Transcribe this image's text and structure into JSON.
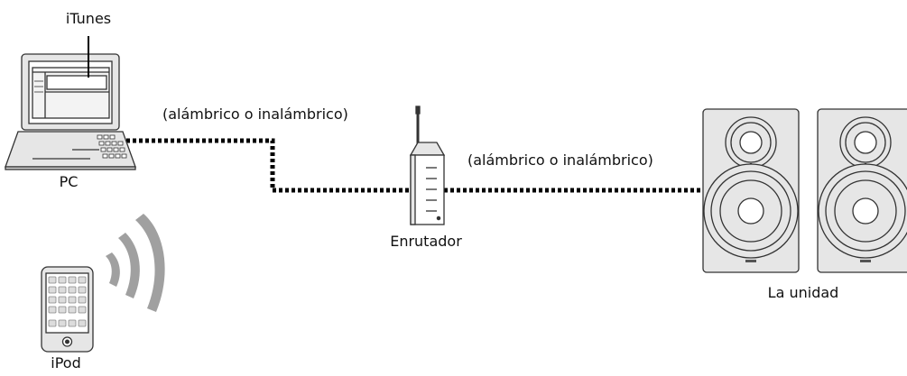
{
  "labels": {
    "itunes": "iTunes",
    "pc": "PC",
    "ipod": "iPod",
    "router": "Enrutador",
    "unit": "La unidad",
    "link_pc_router": "(alámbrico o inalámbrico)",
    "link_router_unit": "(alámbrico o inalámbrico)"
  },
  "colors": {
    "line": "#000000",
    "device_fill": "#e6e6e6",
    "device_stroke": "#333333",
    "wave": "#a0a0a0"
  },
  "icons": {
    "pc": "laptop-icon",
    "ipod": "smartphone-icon",
    "router": "router-icon",
    "unit": "speaker-pair-icon",
    "wireless": "wireless-waves-icon"
  }
}
